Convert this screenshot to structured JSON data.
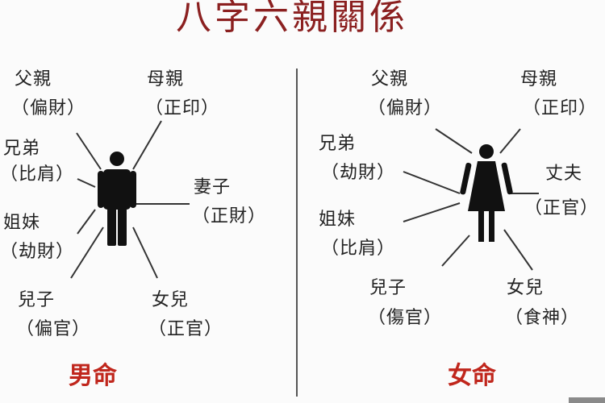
{
  "title": "八字六親關係",
  "male": {
    "label": "男命",
    "relations": [
      {
        "name": "父親",
        "star": "（偏財）"
      },
      {
        "name": "母親",
        "star": "（正印）"
      },
      {
        "name": "兄弟",
        "star": "（比肩）"
      },
      {
        "name": "姐妹",
        "star": "（劫財）"
      },
      {
        "name": "妻子",
        "star": "（正財）"
      },
      {
        "name": "兒子",
        "star": "（偏官）"
      },
      {
        "name": "女兒",
        "star": "（正官）"
      }
    ]
  },
  "female": {
    "label": "女命",
    "relations": [
      {
        "name": "父親",
        "star": "（偏財）"
      },
      {
        "name": "母親",
        "star": "（正印）"
      },
      {
        "name": "兄弟",
        "star": "（劫財）"
      },
      {
        "name": "姐妹",
        "star": "（比肩）"
      },
      {
        "name": "丈夫",
        "star": "（正官）"
      },
      {
        "name": "兒子",
        "star": "（傷官）"
      },
      {
        "name": "女兒",
        "star": "（食神）"
      }
    ]
  },
  "colors": {
    "title": "#8b2020",
    "label": "#c0261c",
    "figure": "#111111"
  }
}
